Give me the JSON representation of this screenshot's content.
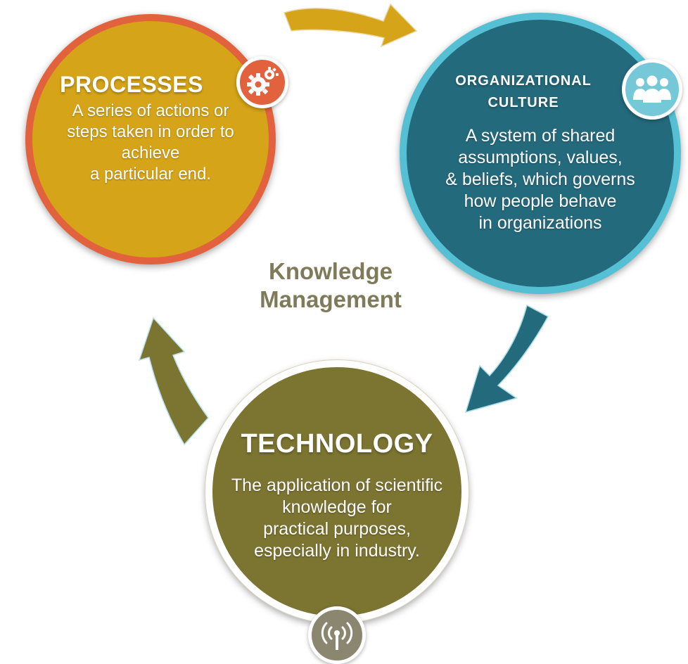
{
  "center": {
    "line1": "Knowledge",
    "line2": "Management"
  },
  "processes": {
    "title": "PROCESSES",
    "description": "A series of actions or\nsteps taken in order to\nachieve\na particular end.",
    "icon": "gears-icon",
    "fill_color": "#d6a418",
    "ring_color": "#e2623e"
  },
  "culture": {
    "title_line1": "ORGANIZATIONAL",
    "title_line2": "CULTURE",
    "description": "A system of shared\nassumptions, values,\n& beliefs, which governs\nhow people behave\nin organizations",
    "icon": "people-icon",
    "fill_color": "#246a7d",
    "ring_color": "#55c0d4"
  },
  "technology": {
    "title": "TECHNOLOGY",
    "description": "The application of scientific\nknowledge for\npractical purposes,\nespecially in industry.",
    "icon": "signal-tower-icon",
    "fill_color": "#7c7431",
    "ring_color": "#ffffff"
  },
  "arrows": {
    "top_color": "#d6a418",
    "right_color": "#246a7d",
    "left_color": "#7c7431"
  }
}
